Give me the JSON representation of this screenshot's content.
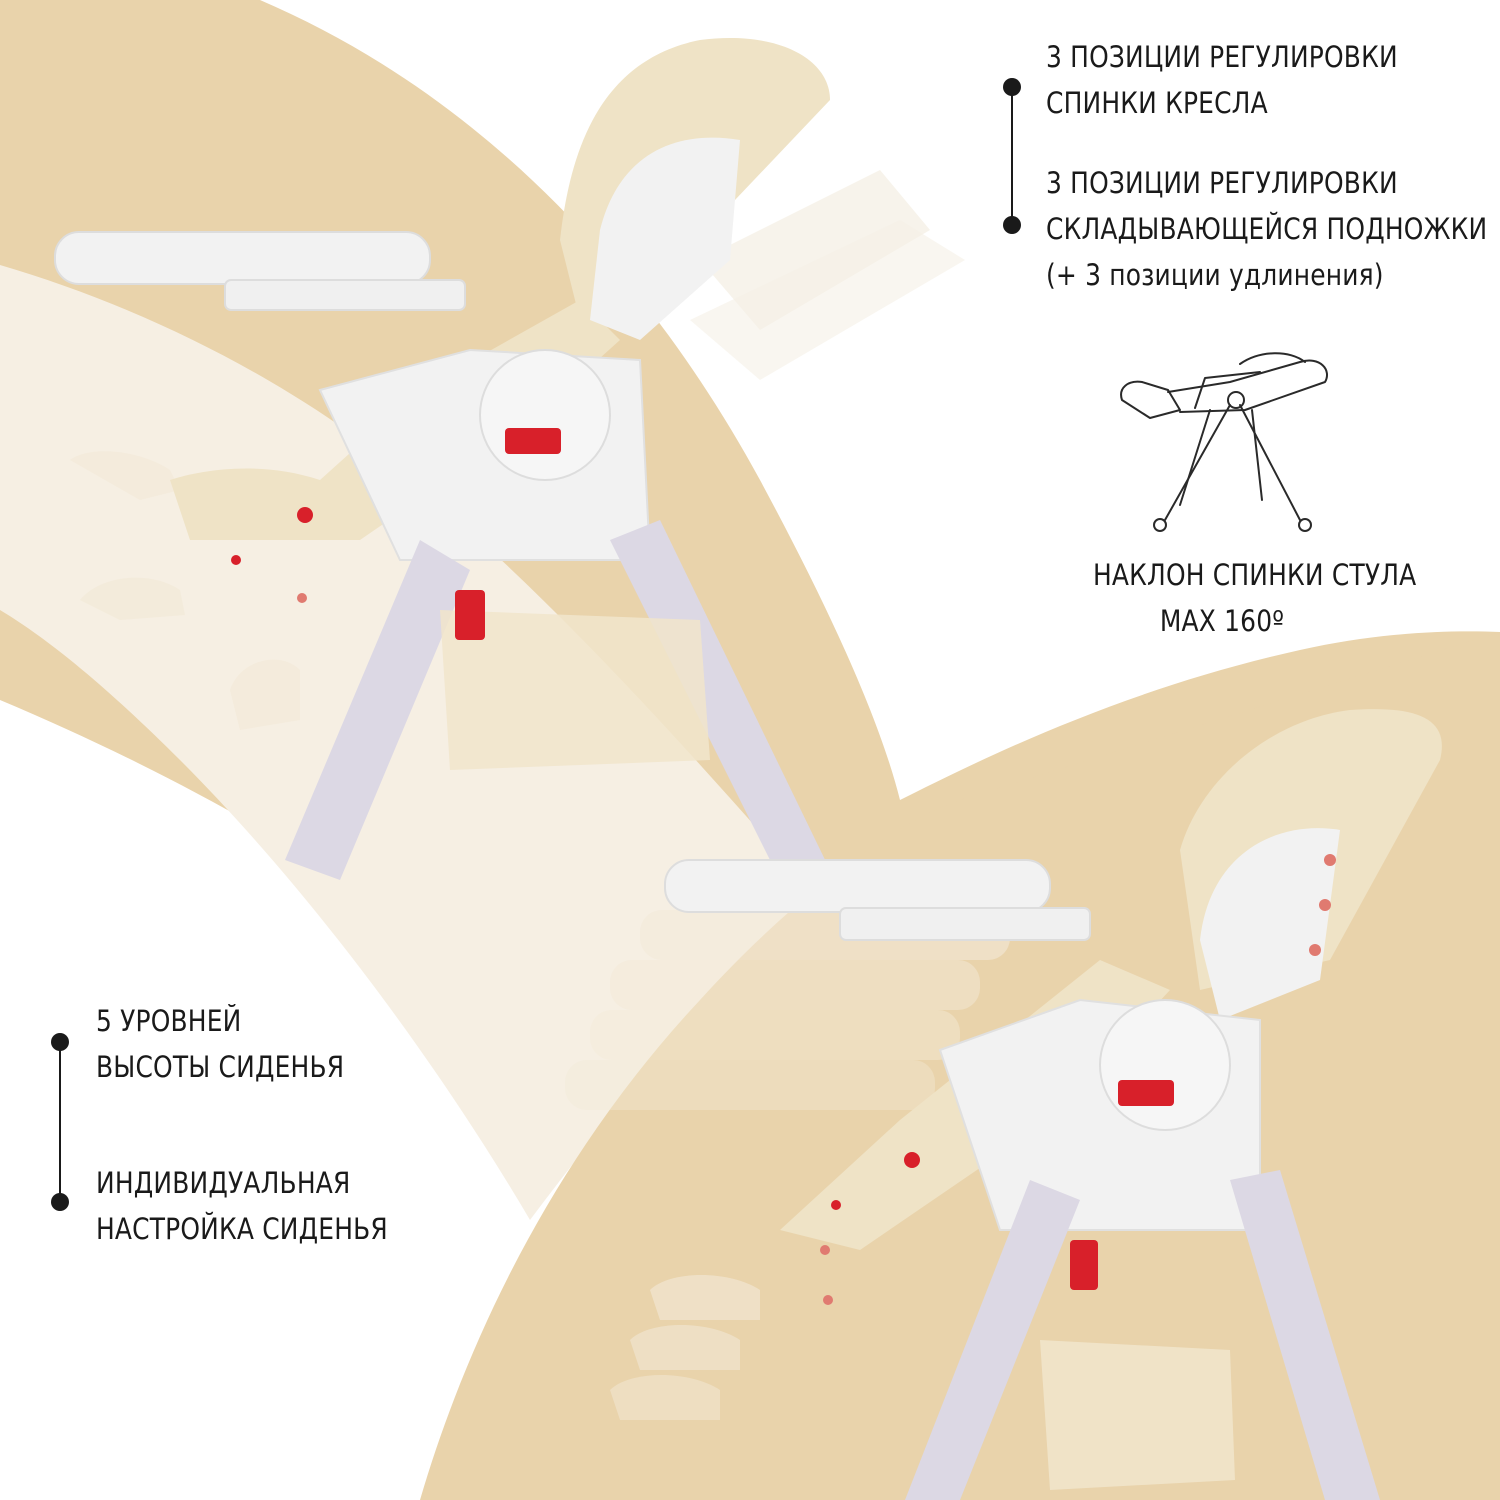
{
  "colors": {
    "background": "#ffffff",
    "band_tan": "#e9d3ab",
    "band_cream": "#f6efe3",
    "text": "#1a1a1a",
    "accent_red": "#d8202a",
    "frame_white": "#f2f2f2",
    "leg_lilac": "#dcd8e4",
    "cushion_beige": "#efe3c6"
  },
  "features_top": [
    {
      "line1": "3 позиции регулировки",
      "line2": "спинки кресла"
    },
    {
      "line1": "3 позиции регулировки",
      "line2": "складывающейся подножки",
      "sub": "(+ 3 позиции удлинения)"
    }
  ],
  "recline": {
    "line1": "наклон спинки стула",
    "line2": "max 160º"
  },
  "features_bottom": [
    {
      "line1": "5 уровней",
      "line2": "высоты сиденья"
    },
    {
      "line1": "индивидуальная",
      "line2": "настройка сиденья"
    }
  ],
  "icons": {
    "recline_diagram": "reclined-highchair-outline-icon",
    "bullet": "bullet-dot-icon"
  }
}
